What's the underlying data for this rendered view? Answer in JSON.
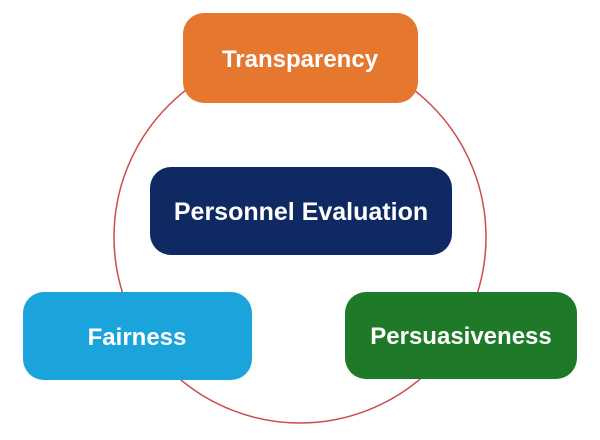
{
  "diagram": {
    "background_color": "#FFFFFF",
    "text_color": "#FFFFFF",
    "circle": {
      "color": "#CE4B4B"
    },
    "center_node": {
      "label": "Personnel Evaluation",
      "color": "#0F2963"
    },
    "nodes": [
      {
        "position": "top",
        "label": "Transparency",
        "color": "#E6772E"
      },
      {
        "position": "bottom-left",
        "label": "Fairness",
        "color": "#1BA4DC"
      },
      {
        "position": "bottom-right",
        "label": "Persuasiveness",
        "color": "#1E7A28"
      }
    ]
  }
}
